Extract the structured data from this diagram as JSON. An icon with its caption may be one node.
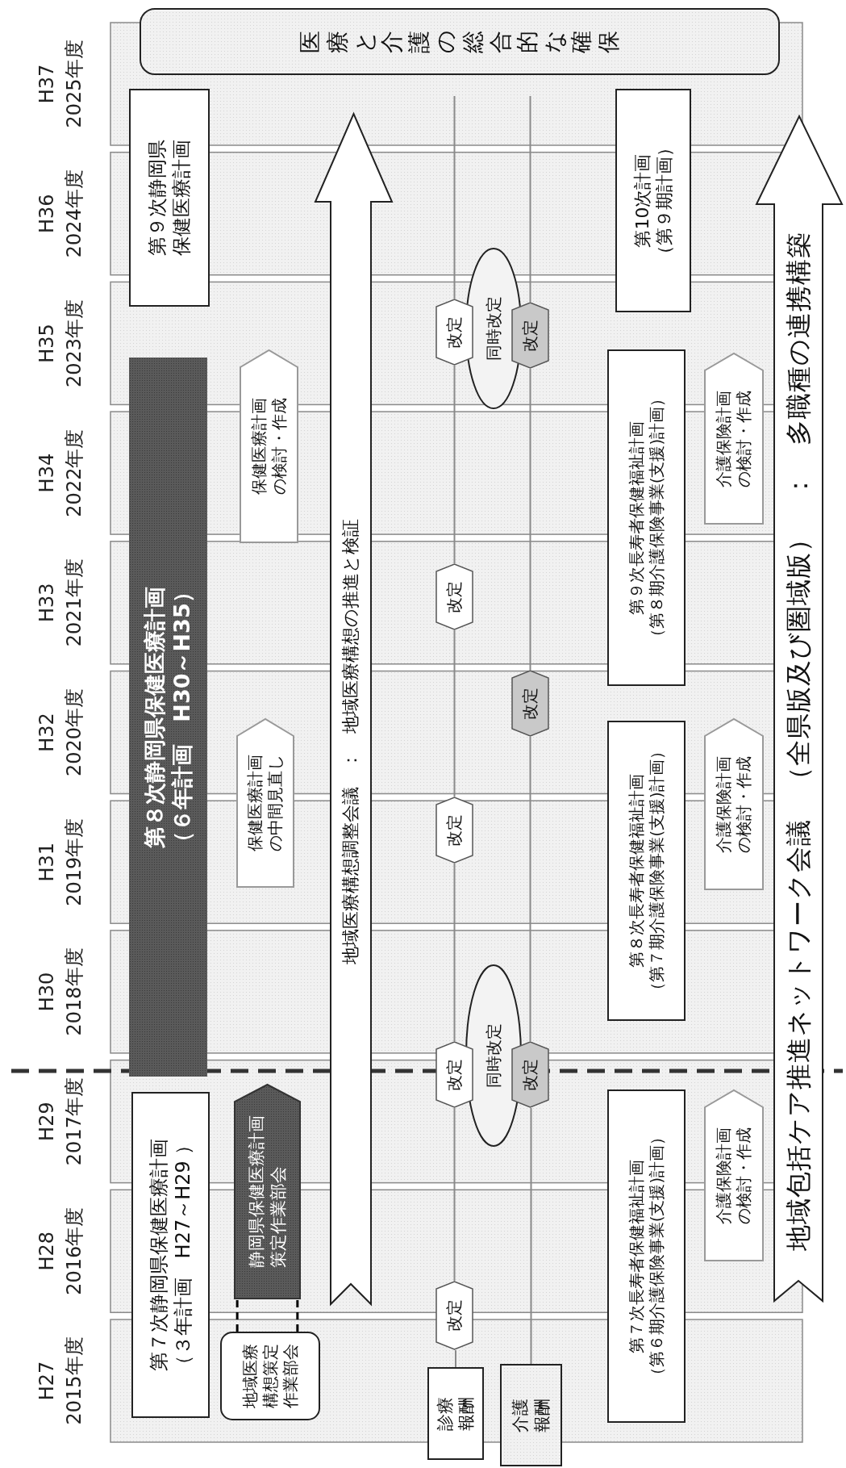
{
  "diagram": {
    "nodes": [
      {
        "text": [
          "医療と介護の総合的な確保"
        ]
      },
      {
        "text": [
          "第７次静岡県保健医療計画",
          "（３年計画　H27～H29 ）"
        ]
      },
      {
        "text": [
          "第８次静岡県保健医療計画",
          "（６年計画　H30～H35）"
        ]
      },
      {
        "text": [
          "第９次静岡県保健医療計画"
        ]
      },
      {
        "text": [
          "地域医療構想策定作業部会"
        ]
      },
      {
        "text": [
          "静岡県保健医療計画策定作業部会"
        ]
      },
      {
        "text": [
          "保健医療計画の中間見直し"
        ]
      },
      {
        "text": [
          "保健医療計画の検討・作成"
        ]
      },
      {
        "text": [
          "地域医療構想調整会議　：　地域医療構想の推進と検証"
        ]
      },
      {
        "text": [
          "診療報酬"
        ]
      },
      {
        "text": [
          "改定"
        ]
      },
      {
        "text": [
          "改定"
        ]
      },
      {
        "text": [
          "改定"
        ]
      },
      {
        "text": [
          "改定"
        ]
      },
      {
        "text": [
          "改定"
        ]
      },
      {
        "text": [
          "介護報酬"
        ]
      },
      {
        "text": [
          "改定"
        ]
      },
      {
        "text": [
          "改定"
        ]
      },
      {
        "text": [
          "改定"
        ]
      },
      {
        "text": [
          "同時改定"
        ]
      },
      {
        "text": [
          "同時改定"
        ]
      },
      {
        "text": [
          "第７次長寿者保健福祉計画",
          "（第６期介護保険事業(支援)計画）"
        ]
      },
      {
        "text": [
          "介護保険計画の検討・作成"
        ]
      },
      {
        "text": [
          "第８次長寿者保健福祉計画",
          "（第７期介護保険事業(支援)計画）"
        ]
      },
      {
        "text": [
          "介護保険計画の検討・作成"
        ]
      },
      {
        "text": [
          "第９次長寿者保健福祉計画",
          "（第８期介護保険事業(支援)計画）"
        ]
      },
      {
        "text": [
          "介護保険計画の検討・作成"
        ]
      },
      {
        "text": [
          "第10次計画",
          "（第９期計画）"
        ]
      },
      {
        "text": [
          "地域包括ケア推進ネットワーク会議　（全県版及び圏域版）　：　多職種の連携構築"
        ]
      }
    ],
    "edges": [
      {
        "from": 4,
        "to": 5,
        "arrow": "none",
        "style": "dashed",
        "color": "#000000"
      },
      {
        "from": 4,
        "to": 5,
        "arrow": "none",
        "style": "dashed",
        "color": "#000000"
      },
      {
        "from": 9,
        "to": 10,
        "arrow": "none"
      },
      {
        "from": 10,
        "to": 11,
        "arrow": "none"
      },
      {
        "from": 11,
        "to": 12,
        "arrow": "none"
      },
      {
        "from": 12,
        "to": 13,
        "arrow": "none"
      },
      {
        "from": 13,
        "to": 14,
        "arrow": "none"
      },
      {
        "from": 14,
        "to": null,
        "arrow": "none"
      },
      {
        "from": 15,
        "to": 16,
        "arrow": "none"
      },
      {
        "from": 16,
        "to": 17,
        "arrow": "none"
      },
      {
        "from": 17,
        "to": 18,
        "arrow": "none"
      },
      {
        "from": 18,
        "to": null,
        "arrow": "none"
      }
    ],
    "labels": [
      "H27",
      "2015年度",
      "H28",
      "2016年度",
      "H29",
      "2017年度",
      "H30",
      "2018年度",
      "H31",
      "2019年度",
      "H32",
      "2020年度",
      "H33",
      "2021年度",
      "H34",
      "2022年度",
      "H35",
      "2023年度",
      "H36",
      "2024年度",
      "H37",
      "2025年度"
    ]
  }
}
